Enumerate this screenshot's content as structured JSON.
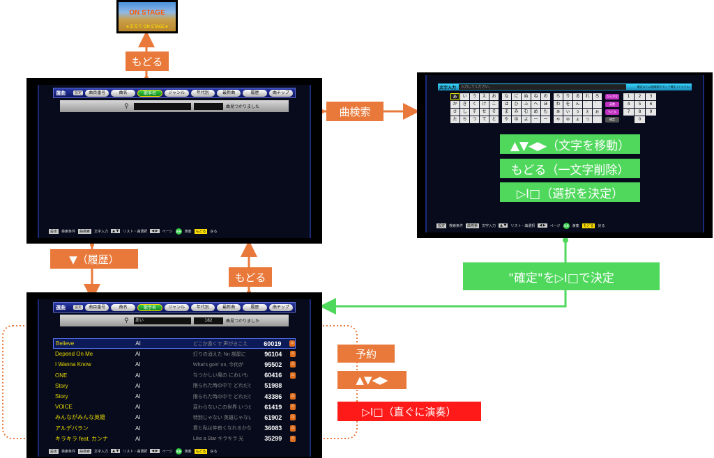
{
  "thumbnail": {
    "title": "ON STAGE",
    "caption": "★まるで ON STAGE★"
  },
  "tabs": {
    "logo": "選曲",
    "mini": "設定",
    "items": [
      "曲目番号",
      "曲名",
      "歌手名",
      "ジャンル",
      "年代別",
      "最新曲",
      "履歴",
      "曲チップ"
    ],
    "selected_index": 2
  },
  "search_empty": {
    "query": "",
    "count": "",
    "message": "曲見つかりました"
  },
  "search_results": {
    "query": "あい",
    "count": "182",
    "message": "曲見つかりました"
  },
  "footer": {
    "k1": "設定",
    "t1": "検索条件",
    "k2": "曲検索",
    "t2": "文字入力",
    "k3": "▲ ▼",
    "t3": "リスト・曲選択",
    "k4": "◀ ▶",
    "t4": "ページ",
    "k5": "演奏",
    "t5": "演奏",
    "k6": "もどる",
    "t6": "戻る"
  },
  "songs": [
    {
      "title": "Believe",
      "artist": "AI",
      "lyric": "どこか遠くで 声がきこえ",
      "number": "60019",
      "badge": true
    },
    {
      "title": "Depend On Me",
      "artist": "AI",
      "lyric": "灯りの消えた Nn 部屋に",
      "number": "96104",
      "badge": true
    },
    {
      "title": "I Wanna Know",
      "artist": "AI",
      "lyric": "What's goin' on, 今何が",
      "number": "95502",
      "badge": true
    },
    {
      "title": "ONE",
      "artist": "AI",
      "lyric": "なつかしい風の においも",
      "number": "60416",
      "badge": true
    },
    {
      "title": "Story",
      "artist": "AI",
      "lyric": "限られた時の中で どれだけ",
      "number": "51988",
      "badge": false
    },
    {
      "title": "Story",
      "artist": "AI",
      "lyric": "限られた時の中で どれだけ",
      "number": "43386",
      "badge": true
    },
    {
      "title": "VOICE",
      "artist": "AI",
      "lyric": "変わらないこの世界 いつか",
      "number": "61419",
      "badge": true
    },
    {
      "title": "みんながみんな英雄",
      "artist": "AI",
      "lyric": "特別じゃない 英雄じゃない",
      "number": "61902",
      "badge": true
    },
    {
      "title": "アルデバラン",
      "artist": "AI",
      "lyric": "君と私は仲良くなれるかな",
      "number": "36083",
      "badge": true
    },
    {
      "title": "キラキラ feat. カンナ",
      "artist": "AI",
      "lyric": "Like a Star キラキラ 光",
      "number": "35299",
      "badge": true
    }
  ],
  "keyboard": {
    "label": "文字入力",
    "placeholder": "入力してください。",
    "hint": "確定または曲検索ボタンで確定 (ミラクル)",
    "block1": [
      "あ",
      "い",
      "う",
      "え",
      "お",
      "か",
      "き",
      "く",
      "け",
      "こ",
      "さ",
      "し",
      "す",
      "せ",
      "そ",
      "た",
      "ち",
      "つ",
      "て",
      "と"
    ],
    "block2": [
      "な",
      "に",
      "ぬ",
      "ね",
      "の",
      "は",
      "ひ",
      "ふ",
      "へ",
      "ほ",
      "ま",
      "み",
      "む",
      "め",
      "も",
      "や",
      "ゆ",
      "よ",
      "ー",
      "ー"
    ],
    "block3": [
      "ら",
      "り",
      "る",
      "れ",
      "ろ",
      "わ",
      "を",
      "ん",
      "゛",
      "゜",
      "ぁ",
      "ぃ",
      "ぅ",
      "ぇ",
      "ぉ",
      "ゃ",
      "ゅ",
      "ょ",
      "っ",
      ""
    ],
    "fkeys": [
      "ひらがな",
      "英数",
      "もどる",
      "確定"
    ],
    "numbers": [
      "1",
      "2",
      "3",
      "4",
      "5",
      "6",
      "7",
      "8",
      "9",
      "0"
    ]
  },
  "labels": {
    "back_top": "もどる",
    "history": "▼（履歴）",
    "back_mid": "もどる",
    "song_search": "曲検索",
    "move_chars": "▲▼◀▶（文字を移動）",
    "delete_char": "もどる（一文字削除）",
    "confirm_select": "▷I□（選択を決定）",
    "confirm_with": "\"確定\"を▷I□で決定",
    "reserve": "予約",
    "arrows": "▲▼◀▶",
    "play_now": "▷I□（直ぐに演奏）"
  },
  "colors": {
    "orange": "#e8793a",
    "green": "#4fd85c",
    "red": "#ff1a1a"
  }
}
